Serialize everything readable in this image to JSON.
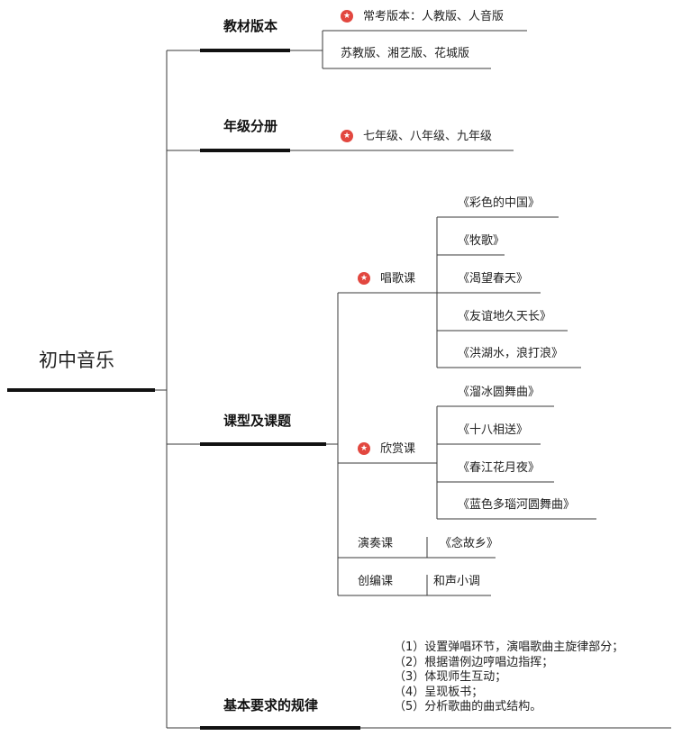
{
  "root": {
    "label": "初中音乐"
  },
  "branches": {
    "textbook": {
      "label": "教材版本",
      "items": [
        "常考版本：人教版、人音版",
        "苏教版、湘艺版、花城版"
      ]
    },
    "grade": {
      "label": "年级分册",
      "items": [
        "七年级、八年级、九年级"
      ]
    },
    "lessons": {
      "label": "课型及课题",
      "singing": {
        "label": "唱歌课",
        "songs": [
          "《彩色的中国》",
          "《牧歌》",
          "《渴望春天》",
          "《友谊地久天长》",
          "《洪湖水，浪打浪》"
        ]
      },
      "appreciation": {
        "label": "欣赏课",
        "songs": [
          "《溜冰圆舞曲》",
          "《十八相送》",
          "《春江花月夜》",
          "《蓝色多瑙河圆舞曲》"
        ]
      },
      "performance": {
        "label": "演奏课",
        "song": "《念故乡》"
      },
      "creation": {
        "label": "创编课",
        "song": "和声小调"
      }
    },
    "requirements": {
      "label": "基本要求的规律",
      "items": [
        "（1）设置弹唱环节，演唱歌曲主旋律部分；",
        "（2）根据谱例边哼唱边指挥；",
        "（3）体现师生互动；",
        "（4）呈现板书；",
        "（5）分析歌曲的曲式结构。"
      ]
    }
  },
  "colors": {
    "line": "#3a3a3a",
    "star": "#e2473f",
    "text": "#222222"
  }
}
